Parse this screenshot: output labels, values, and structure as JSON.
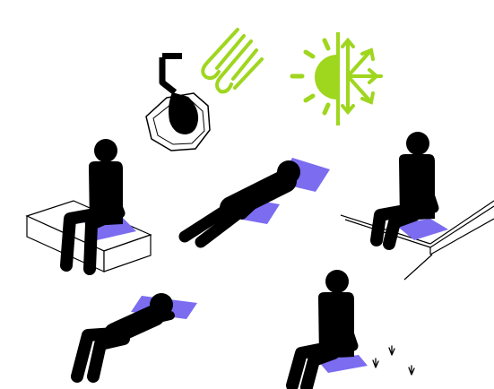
{
  "illustration": {
    "icons": [
      "wind-icon",
      "sun-snowflake-icon",
      "tap-water-icon"
    ],
    "scenes": [
      "person-sitting-on-bench",
      "person-lying-on-cushion",
      "person-sitting-on-ledge",
      "person-reclining-on-cushion",
      "person-sitting-on-grass"
    ]
  },
  "colors": {
    "figure": "#000000",
    "cushion": "#7b6cf0",
    "accent_green": "#9fd61e",
    "line": "#000000",
    "background": "#ffffff"
  }
}
